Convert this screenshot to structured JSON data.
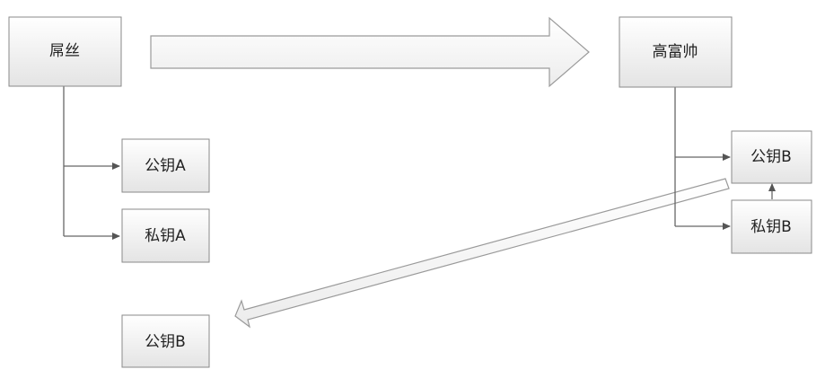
{
  "nodes": {
    "diaosi": "屌丝",
    "gaofushuai": "高富帅",
    "public_key_a": "公钥A",
    "private_key_a": "私钥A",
    "public_key_b_right": "公钥B",
    "private_key_b": "私钥B",
    "public_key_b_left": "公钥B"
  },
  "colors": {
    "box_fill_top": "#ffffff",
    "box_fill_bottom": "#e6e6e6",
    "box_border": "#8a8a8a",
    "arrow_fill_top": "#ffffff",
    "arrow_fill_bottom": "#eeeeee",
    "connector": "#666666"
  }
}
